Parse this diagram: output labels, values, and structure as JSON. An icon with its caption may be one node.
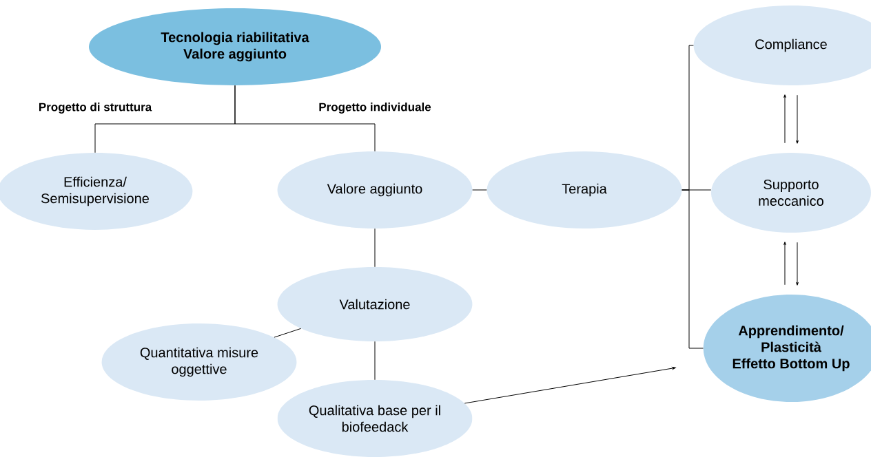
{
  "diagram": {
    "nodes": [
      {
        "text": [
          "Tecnologia riabilitativa Valore aggiunto"
        ]
      },
      {
        "text": [
          "Efficienza/ Semisupervisione"
        ]
      },
      {
        "text": [
          "Valore aggiunto"
        ]
      },
      {
        "text": [
          "Terapia"
        ]
      },
      {
        "text": [
          "Compliance"
        ]
      },
      {
        "text": [
          "Supporto meccanico"
        ]
      },
      {
        "text": [
          "Apprendimento/ Plasticità",
          "Effetto Bottom Up"
        ]
      },
      {
        "text": [
          "Valutazione"
        ]
      },
      {
        "text": [
          "Quantitativa misure oggettive"
        ]
      },
      {
        "text": [
          "Qualitativa base per il biofeedack"
        ]
      }
    ],
    "edges": [
      {
        "from": 0,
        "to": 1,
        "arrow": "none",
        "label": "Progetto di struttura"
      },
      {
        "from": 0,
        "to": 2,
        "arrow": "none",
        "label": "Progetto individuale"
      },
      {
        "from": 2,
        "to": 3,
        "arrow": "none"
      },
      {
        "from": 3,
        "to": 4,
        "arrow": "none"
      },
      {
        "from": 3,
        "to": 5,
        "arrow": "none"
      },
      {
        "from": 3,
        "to": 6,
        "arrow": "none"
      },
      {
        "from": 5,
        "to": 4,
        "arrow": "to"
      },
      {
        "from": 4,
        "to": 5,
        "arrow": "to"
      },
      {
        "from": 6,
        "to": 5,
        "arrow": "to"
      },
      {
        "from": 5,
        "to": 6,
        "arrow": "to"
      },
      {
        "from": 2,
        "to": 7,
        "arrow": "none"
      },
      {
        "from": 7,
        "to": 8,
        "arrow": "none"
      },
      {
        "from": 7,
        "to": 9,
        "arrow": "none"
      },
      {
        "from": 9,
        "to": 6,
        "arrow": "to"
      }
    ]
  }
}
